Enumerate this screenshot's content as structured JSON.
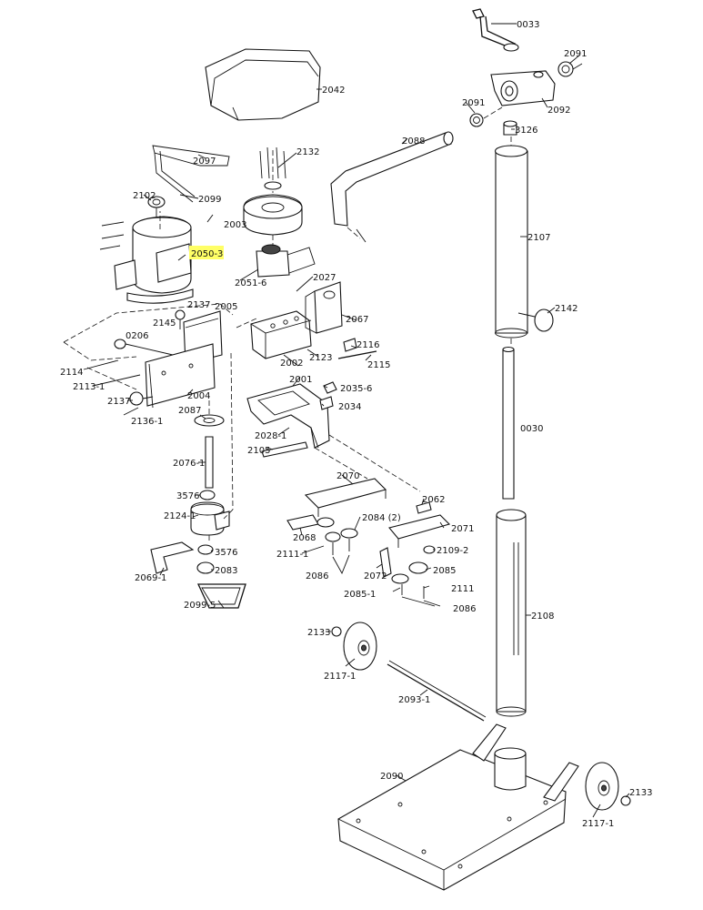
{
  "diagram": {
    "highlighted_part": "2050-3",
    "labels": {
      "p0033": "0033",
      "p2091a": "2091",
      "p2091b": "2091",
      "p2092": "2092",
      "p3126": "3126",
      "p2042": "2042",
      "p2088": "2088",
      "p2132": "2132",
      "p2097": "2097",
      "p2102": "2102",
      "p2099": "2099",
      "p2003": "2003",
      "p2050_3": "2050-3",
      "p2051_6": "2051-6",
      "p2027": "2027",
      "p2107": "2107",
      "p2137a": "2137",
      "p2005": "2005",
      "p2145": "2145",
      "p2142": "2142",
      "p0206": "0206",
      "p2067": "2067",
      "p2002": "2002",
      "p2116": "2116",
      "p2123": "2123",
      "p2115": "2115",
      "p2114": "2114",
      "p2113_1": "2113-1",
      "p2004": "2004",
      "p2137b": "2137",
      "p2001": "2001",
      "p2035_6": "2035-6",
      "p2087": "2087",
      "p2034": "2034",
      "p2136_1": "2136-1",
      "p0030": "0030",
      "p2028_1": "2028-1",
      "p2105": "2105",
      "p2076_1": "2076-1",
      "p2070": "2070",
      "p3576a": "3576",
      "p2062": "2062",
      "p2124_1": "2124-1",
      "p2084": "2084 (2)",
      "p2071": "2071",
      "p2068": "2068",
      "p3576b": "3576",
      "p2111_1": "2111-1",
      "p2109_2": "2109-2",
      "p2069_1": "2069-1",
      "p2083": "2083",
      "p2086a": "2086",
      "p2072": "2072",
      "p2085": "2085",
      "p2111": "2111",
      "p2085_1": "2085-1",
      "p2099_5": "2099-5",
      "p2086b": "2086",
      "p2108": "2108",
      "p2133a": "2133",
      "p2117_1a": "2117-1",
      "p2093_1": "2093-1",
      "p2090": "2090",
      "p2133b": "2133",
      "p2117_1b": "2117-1"
    }
  }
}
